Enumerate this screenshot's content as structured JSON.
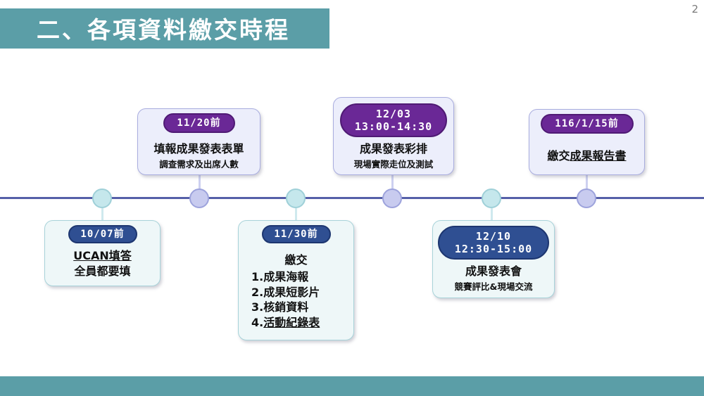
{
  "slide": {
    "title": "二、各項資料繳交時程",
    "page_number": "2"
  },
  "timeline": {
    "milestones": [
      {
        "date": "10/07前",
        "title": "UCAN填答",
        "subtitle": "全員都要填"
      },
      {
        "date": "11/20前",
        "title": "填報成果發表表單",
        "subtitle": "調查需求及出席人數"
      },
      {
        "date": "11/30前",
        "title": "繳交",
        "items": [
          "1.成果海報",
          "2.成果短影片",
          "3.核銷資料",
          "4.活動紀錄表"
        ]
      },
      {
        "date_line1": "12/03",
        "date_line2": "13:00-14:30",
        "title": "成果發表彩排",
        "subtitle": "現場實際走位及測試"
      },
      {
        "date_line1": "12/10",
        "date_line2": "12:30-15:00",
        "title": "成果發表會",
        "subtitle": "競賽評比&現場交流"
      },
      {
        "date": "116/1/15前",
        "title": "繳交成果報告書"
      }
    ]
  },
  "colors": {
    "header_teal": "#5b9ea7",
    "timeline_line": "#5560a8",
    "pill_navy": "#2f4f92",
    "pill_violet": "#6a2896",
    "card_teal": "#eef7f8",
    "card_purple": "#eceefb"
  }
}
